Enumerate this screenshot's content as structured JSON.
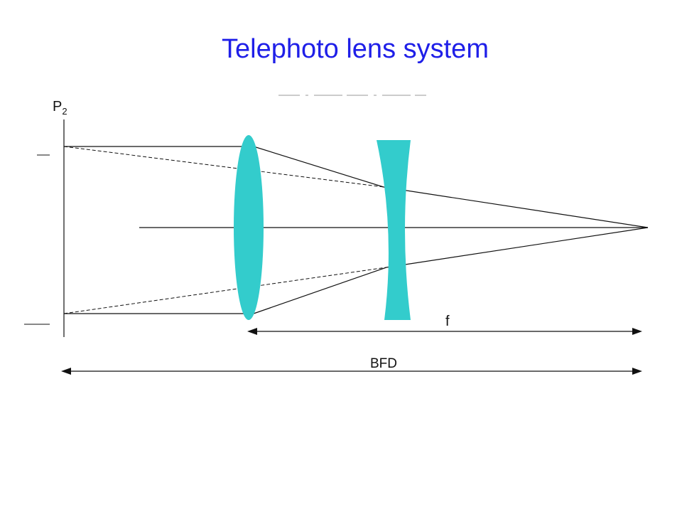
{
  "title": "Telephoto lens system",
  "diagram": {
    "principal_plane_label": "P",
    "principal_plane_subscript": "2",
    "focal_length_label": "f",
    "back_focal_distance_label": "BFD",
    "colors": {
      "title": "#1f1fe8",
      "lens": "#33cccc",
      "lines": "#111111",
      "background": "#ffffff"
    },
    "elements": {
      "positive_lens": "converging lens",
      "negative_lens": "diverging lens"
    }
  }
}
